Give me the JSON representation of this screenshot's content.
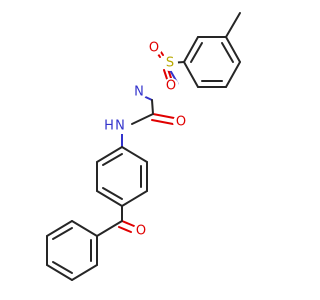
{
  "colors": {
    "carbon": "#262626",
    "nitrogen": "#3333cc",
    "oxygen": "#e00000",
    "sulfur": "#b8a800"
  },
  "atoms": {
    "sulfonyl_oxygen_left": "O",
    "sulfur": "S",
    "sulfonyl_oxygen_bottom": "O",
    "sulfonyl_nitrogen": "N",
    "urea_nitrogen": "N",
    "urea_hydrogen": "H",
    "urea_oxygen": "O",
    "ketone_oxygen": "O"
  }
}
